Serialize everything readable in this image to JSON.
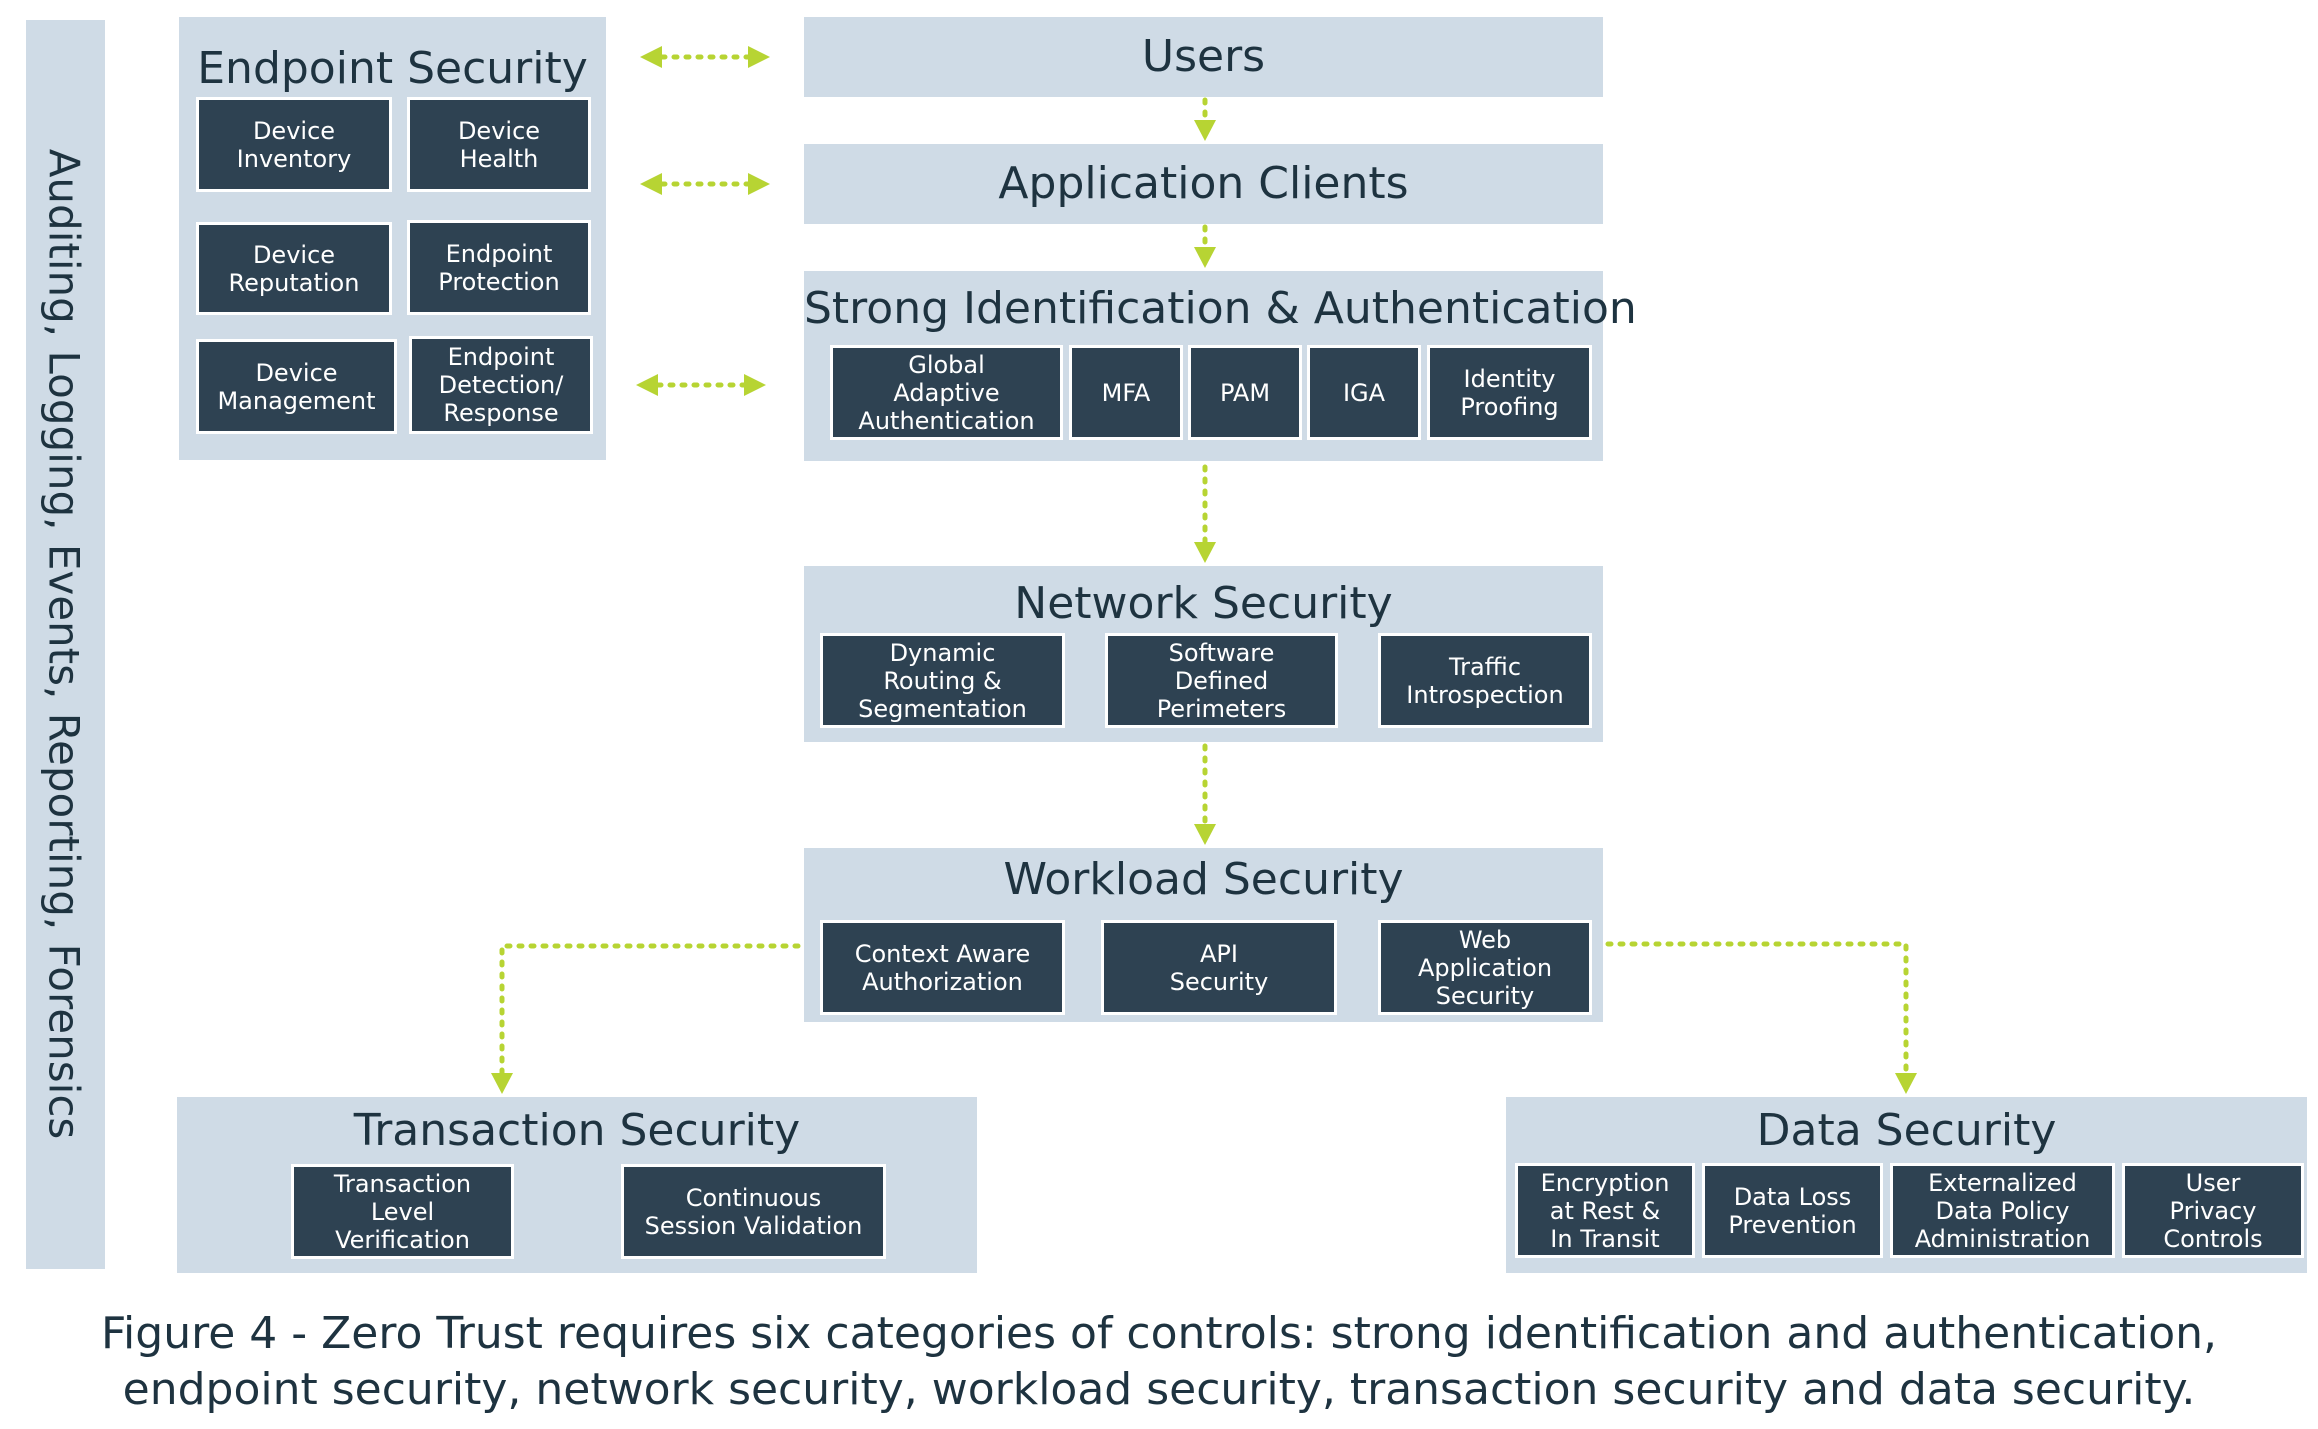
{
  "sidebar": {
    "label": "Auditing, Logging, Events, Reporting, Forensics"
  },
  "endpoint": {
    "title": "Endpoint Security",
    "items": [
      "Device\nInventory",
      "Device\nHealth",
      "Device\nReputation",
      "Endpoint\nProtection",
      "Device\nManagement",
      "Endpoint\nDetection/\nResponse"
    ]
  },
  "users": {
    "title": "Users"
  },
  "app_clients": {
    "title": "Application Clients"
  },
  "identity": {
    "title": "Strong Identification & Authentication",
    "items": [
      "Global\nAdaptive\nAuthentication",
      "MFA",
      "PAM",
      "IGA",
      "Identity\nProofing"
    ]
  },
  "network": {
    "title": "Network Security",
    "items": [
      "Dynamic\nRouting &\nSegmentation",
      "Software\nDefined\nPerimeters",
      "Traffic\nIntrospection"
    ]
  },
  "workload": {
    "title": "Workload Security",
    "items": [
      "Context Aware\nAuthorization",
      "API\nSecurity",
      "Web\nApplication\nSecurity"
    ]
  },
  "transaction": {
    "title": "Transaction Security",
    "items": [
      "Transaction Level\nVerification",
      "Continuous\nSession Validation"
    ]
  },
  "data_security": {
    "title": "Data Security",
    "items": [
      "Encryption\nat Rest &\nIn Transit",
      "Data Loss\nPrevention",
      "Externalized\nData Policy\nAdministration",
      "User\nPrivacy\nControls"
    ]
  },
  "caption": {
    "line1": "Figure 4 - Zero Trust requires six categories of controls: strong identification and authentication,",
    "line2": "endpoint security, network security, workload security, transaction security and data security."
  },
  "colors": {
    "panel": "#cfdbe6",
    "box": "#2e4252",
    "arrow": "#b7d433",
    "text": "#1e3340"
  }
}
